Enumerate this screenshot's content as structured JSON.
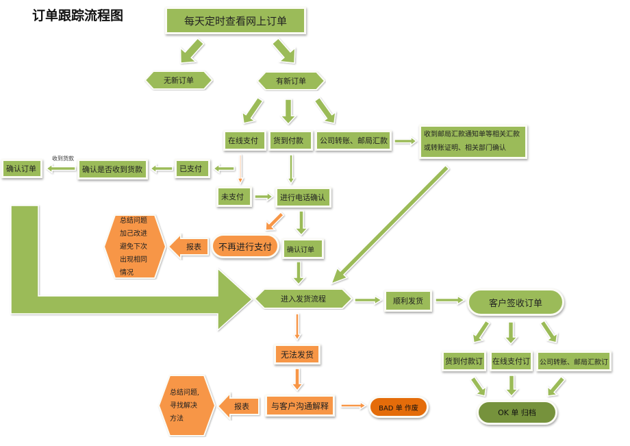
{
  "title": "订单跟踪流程图",
  "colors": {
    "green": "#9bbb59",
    "orange": "#f79646",
    "dark_orange": "#e46c0a",
    "dark_green": "#76923c"
  },
  "nodes": {
    "start": "每天定时查看网上订单",
    "no_new": "无新订单",
    "has_new": "有新订单",
    "online_pay": "在线支付",
    "cod": "货到付款",
    "transfer": "公司转账、邮局汇款",
    "remit_confirm": "收到邮局汇款通知单等相关汇款或转账证明、相关部门确认",
    "paid": "已支付",
    "confirm_received": "确认是否收到货款",
    "confirm_order_left": "确认订单",
    "received_label": "收到货款",
    "unpaid": "未支付",
    "phone_confirm": "进行电话确认",
    "no_more_pay": "不再进行支付",
    "confirm_order": "确认订单",
    "report1": "报表",
    "summary1": [
      "总结问题",
      "加己改进",
      "避免下次",
      "出现相同",
      "情况"
    ],
    "shipping": "进入发货流程",
    "shipped_ok": "顺利发货",
    "customer_sign": "客户签收订单",
    "cod_order": "货到付款订",
    "online_order": "在线支付订",
    "transfer_order": "公司转账、邮局汇款订",
    "ok_archive": "OK 单  归档",
    "cannot_ship": "无法发货",
    "communicate": "与客户沟通解释",
    "report2": "报表",
    "bad_void": "BAD 单  作废",
    "summary2": [
      "总结问题,",
      "寻找解决",
      "方法"
    ]
  }
}
